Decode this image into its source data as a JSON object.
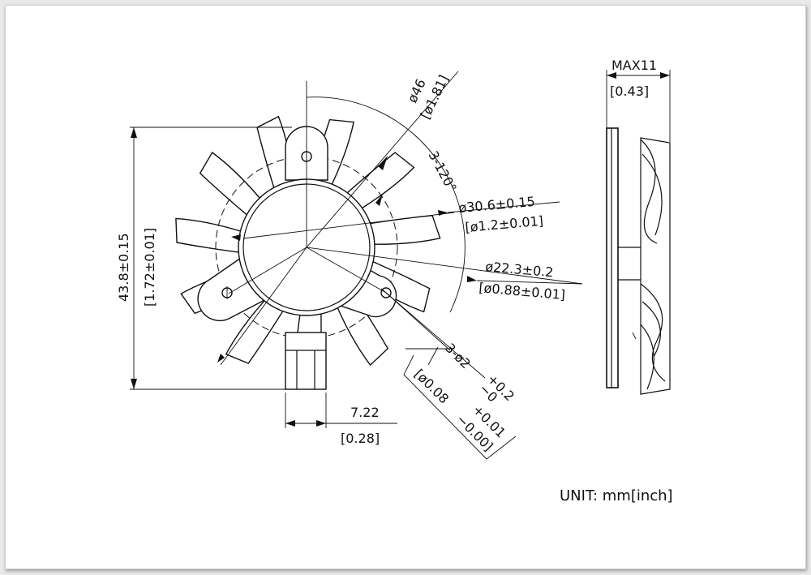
{
  "drawing": {
    "overall_diameter": "ø46",
    "overall_diameter_inch": "[ø1.81]",
    "angle": "3-120°",
    "hub_outer": "ø30.6±0.15",
    "hub_outer_inch": "[ø1.2±0.01]",
    "hub_inner": "ø22.3±0.2",
    "hub_inner_inch": "[ø0.88±0.01]",
    "height": "43.8±0.15",
    "height_inch": "[1.72±0.01]",
    "tab_width": "7.22",
    "tab_width_inch": "[0.28]",
    "hole_main": "3-ø2",
    "hole_tol_upper": "+0.2",
    "hole_tol_lower": "−0",
    "hole_inch_main": "[ø0.08",
    "hole_inch_tol_upper": "+0.01",
    "hole_inch_tol_lower": "−0.00]",
    "side_thickness": "MAX11",
    "side_thickness_inch": "[0.43]",
    "unit_note": "UNIT: mm[inch]"
  }
}
